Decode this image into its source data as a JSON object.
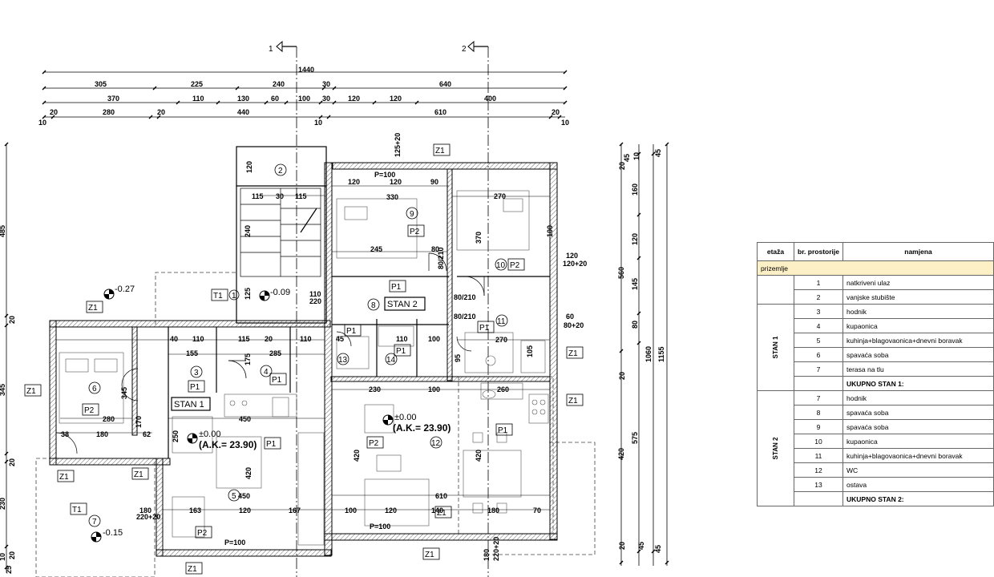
{
  "section_marks": [
    "1",
    "2"
  ],
  "top_dims": {
    "total": "1440",
    "row1": [
      "305",
      "225",
      "240",
      "30",
      "640"
    ],
    "row2": [
      "370",
      "110",
      "130",
      "60",
      "100",
      "30",
      "120",
      "120",
      "400"
    ],
    "row3": [
      "20",
      "280",
      "20",
      "440",
      "610",
      "20"
    ],
    "row4": [
      "10",
      "10",
      "10"
    ]
  },
  "right_dims": {
    "outer_total": "1155",
    "total": "1060",
    "left_col": [
      "560",
      "575"
    ],
    "mid_col": [
      "160",
      "120",
      "145",
      "80",
      "20",
      "420"
    ],
    "small": [
      "20",
      "45",
      "10",
      "45",
      "10",
      "20",
      "45"
    ]
  },
  "left_dims": [
    "485",
    "20",
    "345",
    "20",
    "230",
    "20",
    "10",
    "25"
  ],
  "rooms": [
    {
      "num": "1",
      "tag": "T1"
    },
    {
      "num": "2"
    },
    {
      "num": "3",
      "tag": "P1"
    },
    {
      "num": "4",
      "tag": "P1"
    },
    {
      "num": "5",
      "tag": "P1"
    },
    {
      "num": "6",
      "tag": "P2"
    },
    {
      "num": "7",
      "tag": "T1"
    },
    {
      "num": "8",
      "tag": "P1"
    },
    {
      "num": "9",
      "tag": "P2"
    },
    {
      "num": "10",
      "tag": "P2"
    },
    {
      "num": "11",
      "tag": "P1"
    },
    {
      "num": "12",
      "tag": "P2"
    },
    {
      "num": "13",
      "tag": "P1"
    },
    {
      "num": "14",
      "tag": "P1"
    }
  ],
  "unit_labels": [
    "STAN 1",
    "STAN 2"
  ],
  "levels": {
    "l1": "-0.27",
    "l2": "-0.09",
    "l3": "±0.00",
    "l3b": "(A.K.= 23.90)",
    "l4": "±0.00",
    "l4b": "(A.K.= 23.90)",
    "l5": "-0.15"
  },
  "wall_tags": {
    "z": "Z1",
    "p1": "P1",
    "p2": "P2"
  },
  "inner_dims": {
    "a": "120",
    "b": "115",
    "c": "30",
    "d": "115",
    "e": "240",
    "f": "125+20",
    "g": "P=100",
    "h": "120",
    "i": "120",
    "j": "90",
    "k": "330",
    "l": "270",
    "m": "270",
    "n": "245",
    "o": "80",
    "p": "80/210",
    "q": "370",
    "r": "120",
    "s": "120+20",
    "t": "100",
    "u": "40",
    "v": "110",
    "w": "115",
    "x": "20",
    "y": "110",
    "z": "45",
    "aa": "155",
    "ab": "285",
    "ac": "110",
    "ad": "100",
    "ae": "95",
    "af": "270",
    "ag": "105",
    "ah": "345",
    "ai": "280",
    "aj": "170",
    "ak": "38",
    "al": "180",
    "am": "62",
    "an": "450",
    "ao": "250",
    "ap": "420",
    "aq": "230",
    "ar": "100",
    "as": "260",
    "at": "450",
    "au": "610",
    "av": "180",
    "aw": "163",
    "ax": "120",
    "ay": "167",
    "az": "100",
    "ba": "120",
    "bb": "140",
    "bc": "180",
    "bd": "70",
    "be": "P=100",
    "bf": "220+20",
    "bg": "60",
    "bh": "80+20",
    "bi": "80/210",
    "bj": "80/210",
    "bk": "110",
    "bl": "220",
    "bm": "420",
    "bn": "420",
    "bo": "125",
    "bp": "175",
    "bq": "P=100",
    "br": "220+20",
    "bs": "180"
  },
  "legend": {
    "headers": [
      "etaža",
      "br. prostorije",
      "namjena"
    ],
    "floor": "prizemlje",
    "group_a": [
      {
        "n": "1",
        "name": "natkriveni ulaz"
      },
      {
        "n": "2",
        "name": "vanjske stubište"
      }
    ],
    "stan1_label": "STAN 1",
    "stan1": [
      {
        "n": "3",
        "name": "hodnik"
      },
      {
        "n": "4",
        "name": "kupaonica"
      },
      {
        "n": "5",
        "name": "kuhinja+blagovaonica+dnevni boravak"
      },
      {
        "n": "6",
        "name": "spavaća soba"
      },
      {
        "n": "7",
        "name": "terasa na tlu"
      }
    ],
    "stan1_total": "UKUPNO STAN 1:",
    "stan2_label": "STAN 2",
    "stan2": [
      {
        "n": "7",
        "name": "hodnik"
      },
      {
        "n": "8",
        "name": "spavaća soba"
      },
      {
        "n": "9",
        "name": "spavaća soba"
      },
      {
        "n": "10",
        "name": "kupaonica"
      },
      {
        "n": "11",
        "name": "kuhinja+blagovaonica+dnevni boravak"
      },
      {
        "n": "12",
        "name": "WC"
      },
      {
        "n": "13",
        "name": "ostava"
      }
    ],
    "stan2_total": "UKUPNO STAN 2:"
  }
}
